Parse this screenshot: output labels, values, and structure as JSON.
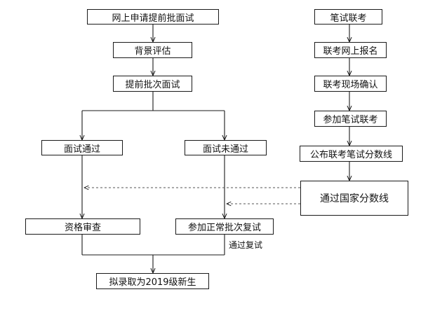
{
  "diagram": {
    "left_flow": {
      "apply": "网上申请提前批面试",
      "background_eval": "背景评估",
      "early_interview": "提前批次面试",
      "interview_pass": "面试通过",
      "interview_fail": "面试未通过",
      "qualification_review": "资格审查",
      "regular_retest": "参加正常批次复试",
      "admitted": "拟录取为2019级新生"
    },
    "right_flow": {
      "written_exam": "笔试联考",
      "online_registration": "联考网上报名",
      "onsite_confirmation": "联考现场确认",
      "take_exam": "参加笔试联考",
      "publish_cutoff": "公布联考笔试分数线",
      "pass_national_cutoff": "通过国家分数线"
    },
    "edge_labels": {
      "pass_retest": "通过复试"
    }
  }
}
